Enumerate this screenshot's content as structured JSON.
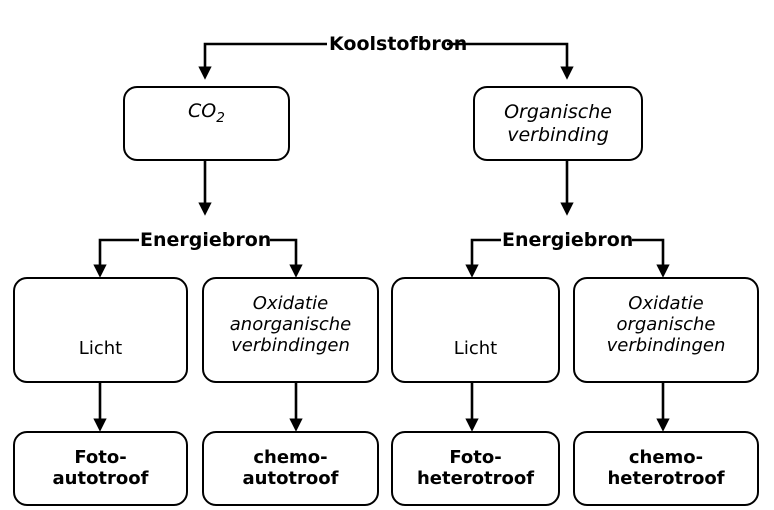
{
  "diagram": {
    "title": "Koolstofbron",
    "language": "nl",
    "levels": {
      "carbon_source_label": "Koolstofbron",
      "energy_source_label_left": "Energiebron",
      "energy_source_label_right": "Energiebron"
    },
    "nodes": {
      "co2": "CO2",
      "co2_base": "CO",
      "co2_subscript": "2",
      "organic_compound": "Organische\nverbinding",
      "light_left": "Licht",
      "oxidation_inorganic": "Oxidatie\nanorganische\nverbindingen",
      "light_right": "Licht",
      "oxidation_organic": "Oxidatie\norganische\nverbindingen",
      "photoautotroph": "Foto-\nautotroof",
      "chemoautotroph": "chemo-\nautotroof",
      "photoheterotroph": "Foto-\nheterotroof",
      "chemoheterotroph": "chemo-\nheterotroof"
    },
    "colors": {
      "stroke": "#000000",
      "fill": "#ffffff",
      "text": "#000000"
    }
  }
}
